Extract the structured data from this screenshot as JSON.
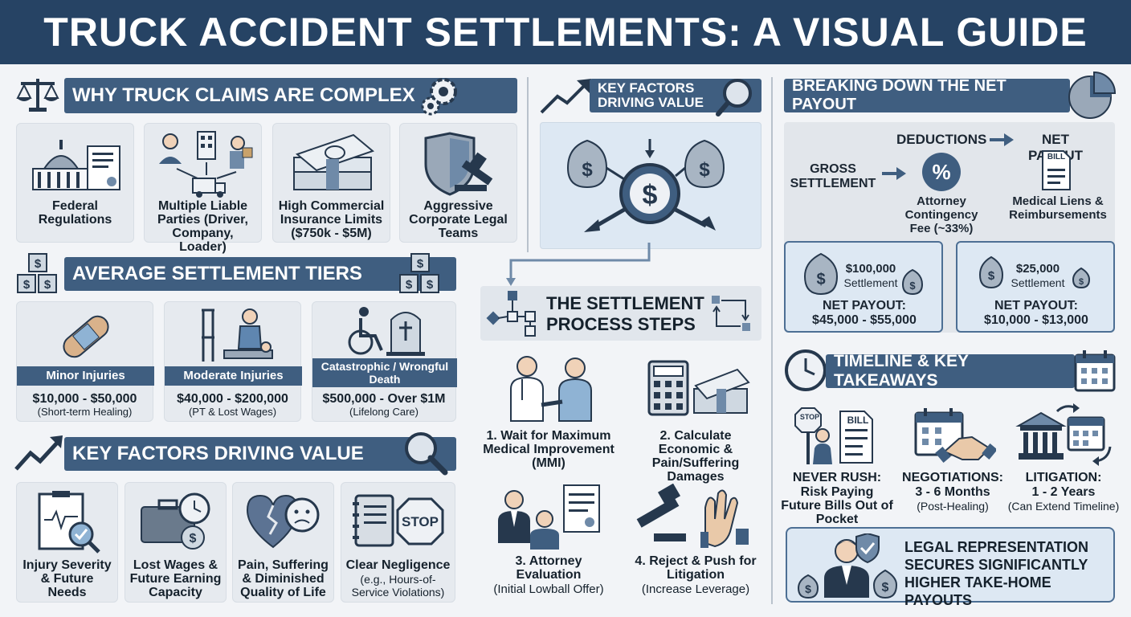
{
  "title": "TRUCK ACCIDENT SETTLEMENTS: A VISUAL GUIDE",
  "complex": {
    "heading": "WHY TRUCK CLAIMS ARE COMPLEX",
    "items": [
      {
        "label": "Federal Regulations"
      },
      {
        "label": "Multiple Liable Parties (Driver, Company, Loader)"
      },
      {
        "label": "High Commercial Insurance Limits ($750k - $5M)"
      },
      {
        "label": "Aggressive Corporate Legal Teams"
      }
    ]
  },
  "tiers": {
    "heading": "AVERAGE SETTLEMENT TIERS",
    "items": [
      {
        "name": "Minor Injuries",
        "range": "$10,000 - $50,000",
        "note": "(Short-term Healing)"
      },
      {
        "name": "Moderate Injuries",
        "range": "$40,000 - $200,000",
        "note": "(PT & Lost Wages)"
      },
      {
        "name": "Catastrophic / Wrongful Death",
        "range": "$500,000 - Over $1M",
        "note": "(Lifelong Care)"
      }
    ]
  },
  "factors": {
    "heading": "KEY FACTORS DRIVING VALUE",
    "items": [
      {
        "label": "Injury Severity & Future Needs",
        "note": ""
      },
      {
        "label": "Lost Wages & Future Earning Capacity",
        "note": ""
      },
      {
        "label": "Pain, Suffering & Diminished Quality of Life",
        "note": ""
      },
      {
        "label": "Clear Negligence",
        "note": "(e.g., Hours-of-Service Violations)"
      }
    ]
  },
  "middle": {
    "factors_heading": "KEY FACTORS DRIVING VALUE",
    "process_heading": "THE SETTLEMENT PROCESS STEPS",
    "steps": [
      {
        "label": "1. Wait for Maximum Medical Improvement (MMI)",
        "note": ""
      },
      {
        "label": "2. Calculate Economic & Pain/Suffering Damages",
        "note": ""
      },
      {
        "label": "3. Attorney Evaluation",
        "note": "(Initial Lowball Offer)"
      },
      {
        "label": "4. Reject & Push for Litigation",
        "note": "(Increase Leverage)"
      }
    ],
    "stop_text": "STOP"
  },
  "payout": {
    "heading": "BREAKING DOWN THE NET PAYOUT",
    "gross": "GROSS SETTLEMENT",
    "deductions": "DEDUCTIONS",
    "net": "NET PAYOUT",
    "attorney": "Attorney Contingency Fee (~33%)",
    "liens": "Medical Liens & Reimbursements",
    "bill": "BILL",
    "examples": [
      {
        "amount": "$100,000",
        "word": "Settlement",
        "net_label": "NET PAYOUT:",
        "net_range": "$45,000 - $55,000"
      },
      {
        "amount": "$25,000",
        "word": "Settlement",
        "net_label": "NET PAYOUT:",
        "net_range": "$10,000 - $13,000"
      }
    ]
  },
  "timeline": {
    "heading": "TIMELINE & KEY TAKEAWAYS",
    "items": [
      {
        "title": "NEVER RUSH:",
        "text": "Risk Paying Future Bills Out of Pocket",
        "note": ""
      },
      {
        "title": "NEGOTIATIONS:",
        "text": "3 - 6 Months",
        "note": "(Post-Healing)"
      },
      {
        "title": "LITIGATION:",
        "text": "1 - 2 Years",
        "note": "(Can Extend Timeline)"
      }
    ],
    "stop": "STOP",
    "bill": "BILL",
    "callout": "LEGAL REPRESENTATION SECURES SIGNIFICANTLY HIGHER TAKE-HOME PAYOUTS"
  },
  "colors": {
    "navy": "#264364",
    "banner": "#3f5e80",
    "card": "#e6eaef",
    "accent": "#4d6f94"
  }
}
